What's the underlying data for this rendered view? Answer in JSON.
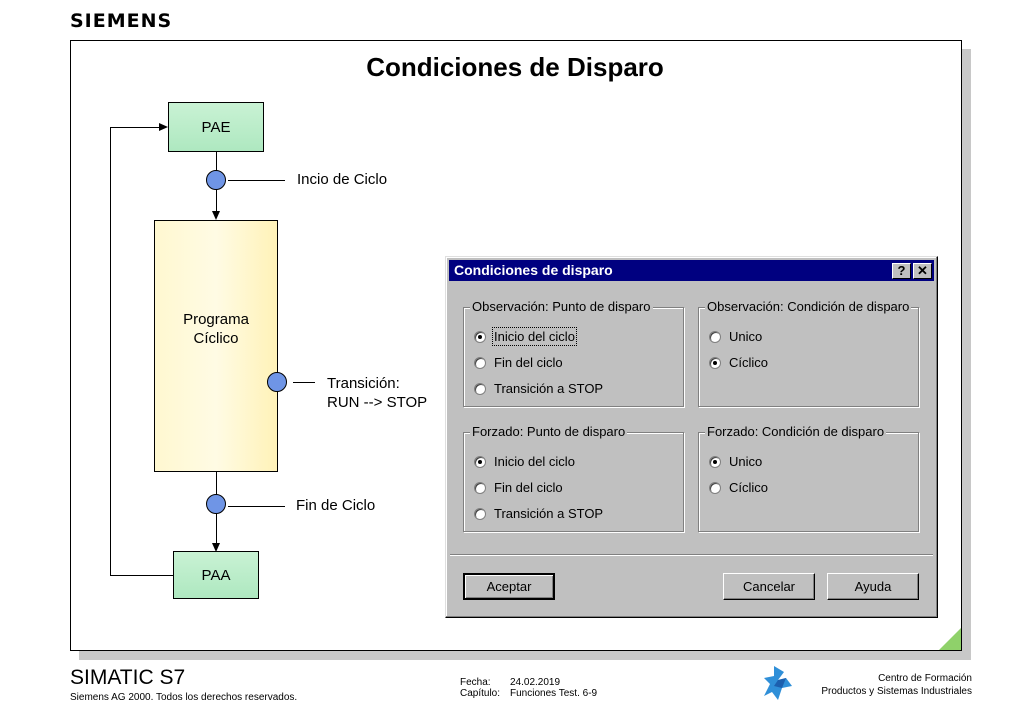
{
  "brand": "SIEMENS",
  "slide": {
    "title": "Condiciones de Disparo"
  },
  "diagram": {
    "pae": "PAE",
    "program_line1": "Programa",
    "program_line2": "Cíclico",
    "paa": "PAA",
    "label_start": "Incio de Ciclo",
    "label_transition_line1": "Transición:",
    "label_transition_line2": "RUN --> STOP",
    "label_end": "Fin de Ciclo",
    "dot_color": "#6f95e6"
  },
  "dialog": {
    "title": "Condiciones de disparo",
    "help_icon": "?",
    "close_icon": "✕",
    "groups": [
      {
        "title": "Observación: Punto de disparo",
        "options": [
          {
            "label": "Inicio del ciclo",
            "selected": true
          },
          {
            "label": "Fin del ciclo",
            "selected": false
          },
          {
            "label": "Transición a STOP",
            "selected": false
          }
        ]
      },
      {
        "title": "Observación: Condición de disparo",
        "options": [
          {
            "label": "Unico",
            "selected": false
          },
          {
            "label": "Cíclico",
            "selected": true
          }
        ]
      },
      {
        "title": "Forzado: Punto de disparo",
        "options": [
          {
            "label": "Inicio del ciclo",
            "selected": true
          },
          {
            "label": "Fin del ciclo",
            "selected": false
          },
          {
            "label": "Transición a STOP",
            "selected": false
          }
        ]
      },
      {
        "title": "Forzado: Condición de disparo",
        "options": [
          {
            "label": "Unico",
            "selected": true
          },
          {
            "label": "Cíclico",
            "selected": false
          }
        ]
      }
    ],
    "buttons": {
      "accept": "Aceptar",
      "cancel": "Cancelar",
      "help": "Ayuda"
    },
    "title_bar_color": "#000080"
  },
  "footer": {
    "product": "SIMATIC S7",
    "copyright": "Siemens AG 2000. Todos los derechos reservados.",
    "date_label": "Fecha:",
    "date_value": "24.02.2019",
    "chapter_label": "Capítulo:",
    "chapter_value": "Funciones Test. 6-9",
    "center_line1": "Centro de Formación",
    "center_line2": "Productos y Sistemas Industriales"
  }
}
